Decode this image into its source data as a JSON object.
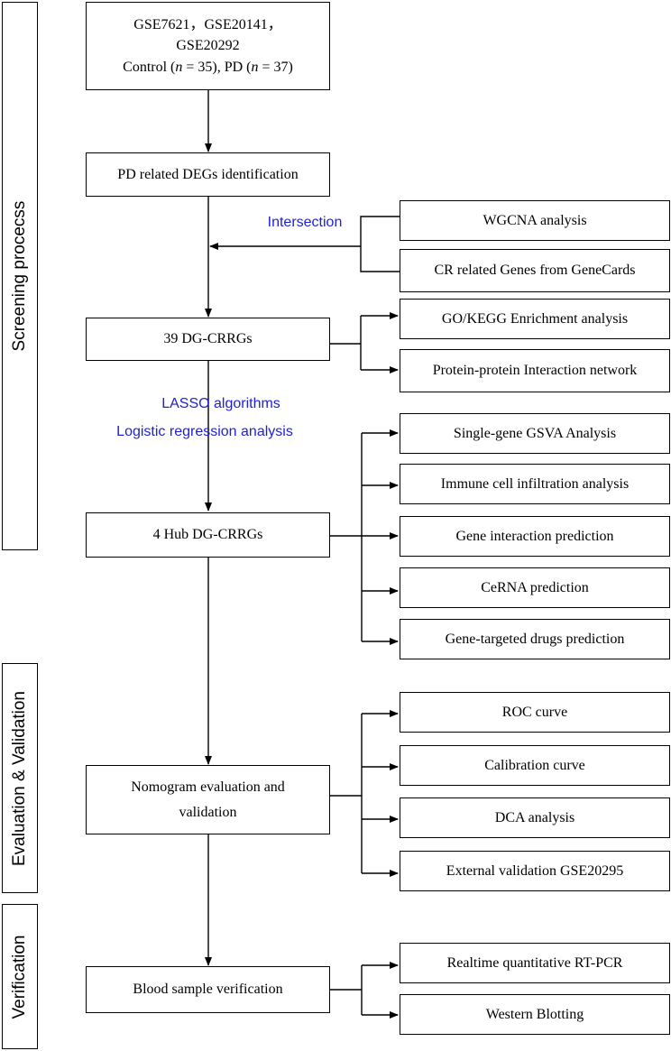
{
  "phases": {
    "screening": "Screening procecss",
    "evaluation": "Evaluation & Validation",
    "verification": "Verification"
  },
  "start": {
    "line1": "GSE7621，GSE20141，",
    "line2": "GSE20292",
    "control_prefix": "Control (",
    "n_italic": "n",
    "control_n": " = 35), PD (",
    "pd_n": " = 37)"
  },
  "main_flow": {
    "degs": "PD related DEGs identification",
    "dgcrrgs": "39 DG-CRRGs",
    "hub": "4 Hub DG-CRRGs",
    "nomogram_line1": "Nomogram evaluation and",
    "nomogram_line2": "validation",
    "blood": "Blood sample verification"
  },
  "annotations": {
    "intersection": "Intersection",
    "lasso": "LASSO algorithms",
    "logistic": "Logistic regression analysis"
  },
  "side_boxes": {
    "wgcna": "WGCNA analysis",
    "genecards": "CR related Genes from GeneCards",
    "enrichment": "GO/KEGG Enrichment analysis",
    "ppi": "Protein-protein Interaction network",
    "gsva": "Single-gene GSVA Analysis",
    "immune": "Immune cell infiltration analysis",
    "interaction": "Gene interaction prediction",
    "cerna": "CeRNA prediction",
    "drugs": "Gene-targeted drugs prediction",
    "roc": "ROC curve",
    "calibration": "Calibration curve",
    "dca": "DCA analysis",
    "external": "External validation GSE20295",
    "pcr": "Realtime quantitative RT-PCR",
    "western": "Western Blotting"
  }
}
